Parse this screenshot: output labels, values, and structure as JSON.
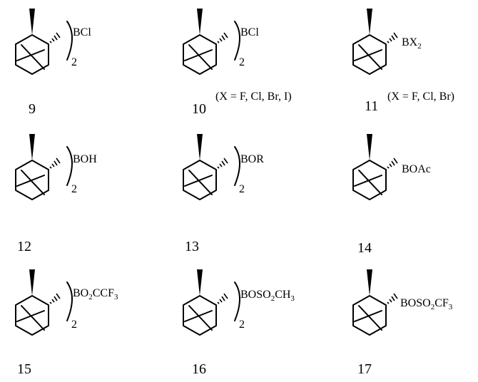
{
  "compounds": [
    {
      "number": "9",
      "reagent": "BCl",
      "subscript": "2",
      "note": ""
    },
    {
      "number": "10",
      "reagent": "BCl",
      "subscript": "2",
      "note": "(X = F, Cl, Br, I)"
    },
    {
      "number": "11",
      "reagent": "BX",
      "reagent_sub": "2",
      "note": "(X = F, Cl, Br)"
    },
    {
      "number": "12",
      "reagent": "BOH",
      "subscript": "2",
      "note": ""
    },
    {
      "number": "13",
      "reagent": "BOR",
      "subscript": "2",
      "note": ""
    },
    {
      "number": "14",
      "reagent": "BOAc",
      "subscript": "",
      "note": ""
    },
    {
      "number": "15",
      "reagent_parts": [
        "BO",
        "2",
        "CCF",
        "3"
      ],
      "subscript": "2",
      "note": ""
    },
    {
      "number": "16",
      "reagent_parts": [
        "BOSO",
        "2",
        "CH",
        "3"
      ],
      "subscript": "2",
      "note": ""
    },
    {
      "number": "17",
      "reagent_parts": [
        "BOSO",
        "2",
        "CF",
        "3"
      ],
      "subscript": "",
      "note": ""
    }
  ]
}
